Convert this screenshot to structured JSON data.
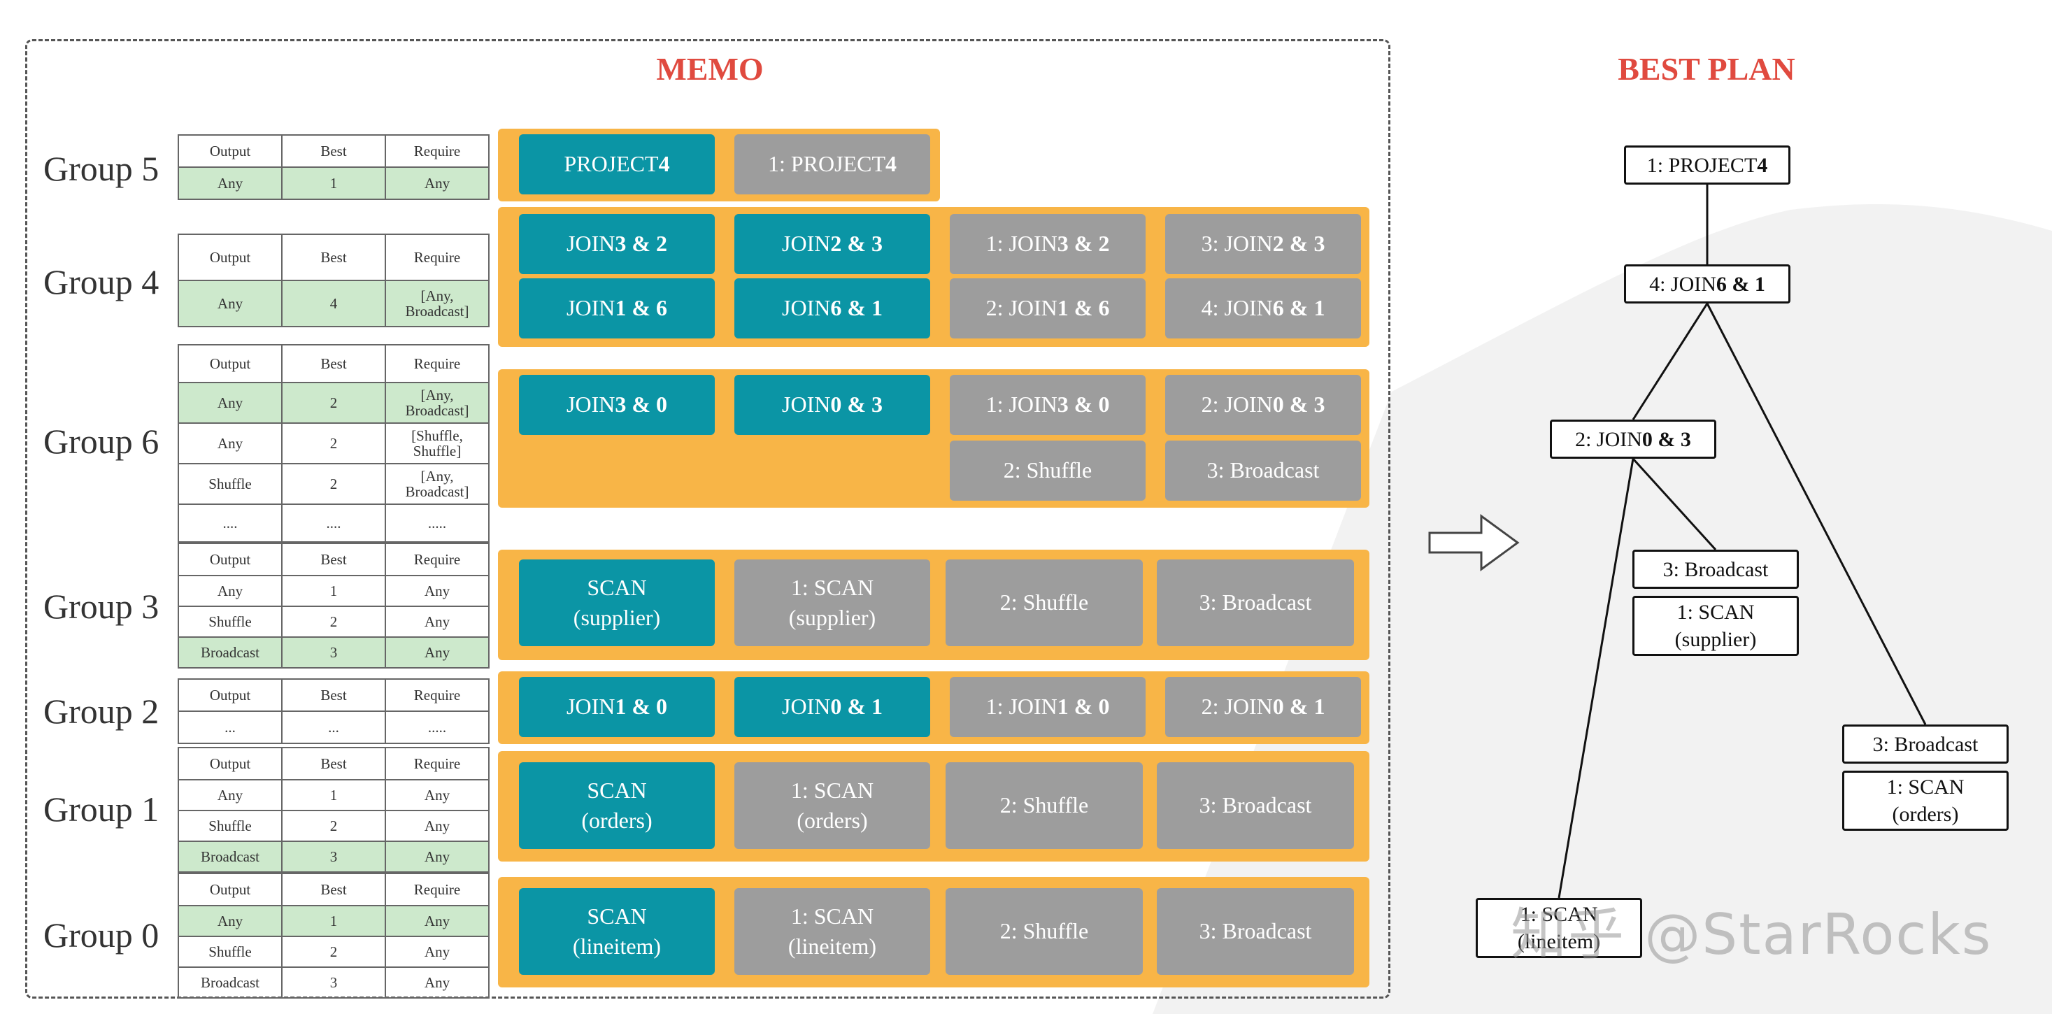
{
  "memo_title": "MEMO",
  "best_plan_title": "BEST PLAN",
  "table_headers": [
    "Output",
    "Best",
    "Require"
  ],
  "groups": [
    {
      "label": "Group 5",
      "rows": [
        {
          "cells": [
            "Any",
            "1",
            "Any"
          ],
          "highlight": true
        }
      ],
      "boxes": [
        {
          "text": "PROJECT **4**",
          "color": "teal"
        },
        {
          "text": "1: PROJECT **4**",
          "color": "gray"
        }
      ]
    },
    {
      "label": "Group 4",
      "rows": [
        {
          "cells": [
            "Any",
            "4",
            "[Any,\nBroadcast]"
          ],
          "highlight": true
        }
      ],
      "boxes": [
        {
          "text": "JOIN **3 & 2**",
          "color": "teal"
        },
        {
          "text": "JOIN **2 & 3**",
          "color": "teal"
        },
        {
          "text": "1: JOIN **3 & 2**",
          "color": "gray"
        },
        {
          "text": "3: JOIN **2 & 3**",
          "color": "gray"
        },
        {
          "text": "JOIN **1 & 6**",
          "color": "teal"
        },
        {
          "text": "JOIN **6 & 1**",
          "color": "teal"
        },
        {
          "text": "2: JOIN **1 & 6**",
          "color": "gray"
        },
        {
          "text": "4: JOIN **6 & 1**",
          "color": "gray"
        }
      ]
    },
    {
      "label": "Group 6",
      "rows": [
        {
          "cells": [
            "Any",
            "2",
            "[Any,\nBroadcast]"
          ],
          "highlight": true
        },
        {
          "cells": [
            "Any",
            "2",
            "[Shuffle,\nShuffle]"
          ],
          "highlight": false
        },
        {
          "cells": [
            "Shuffle",
            "2",
            "[Any,\nBroadcast]"
          ],
          "highlight": false
        },
        {
          "cells": [
            "....",
            "....",
            "....."
          ],
          "highlight": false
        }
      ],
      "boxes": [
        {
          "text": "JOIN **3 & 0**",
          "color": "teal"
        },
        {
          "text": "JOIN **0 & 3**",
          "color": "teal"
        },
        {
          "text": "1: JOIN **3 & 0**",
          "color": "gray"
        },
        {
          "text": "2: JOIN **0 & 3**",
          "color": "gray"
        },
        {
          "text": "2: Shuffle",
          "color": "gray"
        },
        {
          "text": "3: Broadcast",
          "color": "gray"
        }
      ]
    },
    {
      "label": "Group 3",
      "rows": [
        {
          "cells": [
            "Any",
            "1",
            "Any"
          ],
          "highlight": false
        },
        {
          "cells": [
            "Shuffle",
            "2",
            "Any"
          ],
          "highlight": false
        },
        {
          "cells": [
            "Broadcast",
            "3",
            "Any"
          ],
          "highlight": true
        }
      ],
      "boxes": [
        {
          "text": "SCAN\n(supplier)",
          "color": "teal"
        },
        {
          "text": "1: SCAN\n(supplier)",
          "color": "gray"
        },
        {
          "text": "2: Shuffle",
          "color": "gray"
        },
        {
          "text": "3: Broadcast",
          "color": "gray"
        }
      ]
    },
    {
      "label": "Group 2",
      "rows": [
        {
          "cells": [
            "...",
            "...",
            "....."
          ],
          "highlight": false
        }
      ],
      "boxes": [
        {
          "text": "JOIN **1 & 0**",
          "color": "teal"
        },
        {
          "text": "JOIN **0 & 1**",
          "color": "teal"
        },
        {
          "text": "1: JOIN **1 & 0**",
          "color": "gray"
        },
        {
          "text": "2: JOIN **0 & 1**",
          "color": "gray"
        }
      ]
    },
    {
      "label": "Group 1",
      "rows": [
        {
          "cells": [
            "Any",
            "1",
            "Any"
          ],
          "highlight": false
        },
        {
          "cells": [
            "Shuffle",
            "2",
            "Any"
          ],
          "highlight": false
        },
        {
          "cells": [
            "Broadcast",
            "3",
            "Any"
          ],
          "highlight": true
        }
      ],
      "boxes": [
        {
          "text": "SCAN\n(orders)",
          "color": "teal"
        },
        {
          "text": "1: SCAN\n(orders)",
          "color": "gray"
        },
        {
          "text": "2: Shuffle",
          "color": "gray"
        },
        {
          "text": "3: Broadcast",
          "color": "gray"
        }
      ]
    },
    {
      "label": "Group 0",
      "rows": [
        {
          "cells": [
            "Any",
            "1",
            "Any"
          ],
          "highlight": true
        },
        {
          "cells": [
            "Shuffle",
            "2",
            "Any"
          ],
          "highlight": false
        },
        {
          "cells": [
            "Broadcast",
            "3",
            "Any"
          ],
          "highlight": false
        }
      ],
      "boxes": [
        {
          "text": "SCAN\n(lineitem)",
          "color": "teal"
        },
        {
          "text": "1: SCAN\n(lineitem)",
          "color": "gray"
        },
        {
          "text": "2: Shuffle",
          "color": "gray"
        },
        {
          "text": "3: Broadcast",
          "color": "gray"
        }
      ]
    }
  ],
  "best_plan": {
    "nodes": [
      {
        "id": "project",
        "text": "1: PROJECT **4**"
      },
      {
        "id": "join61",
        "text": "4: JOIN **6 & 1**"
      },
      {
        "id": "join03",
        "text": "2: JOIN **0 & 3**"
      },
      {
        "id": "broadcast3",
        "text": "3: Broadcast"
      },
      {
        "id": "scan-supplier",
        "text": "1: SCAN\n(supplier)"
      },
      {
        "id": "broadcast1",
        "text": "3: Broadcast"
      },
      {
        "id": "scan-orders",
        "text": "1: SCAN\n(orders)"
      },
      {
        "id": "scan-lineitem",
        "text": "1: SCAN\n(lineitem)"
      }
    ],
    "edges": [
      [
        "project",
        "join61"
      ],
      [
        "join61",
        "join03"
      ],
      [
        "join61",
        "broadcast1"
      ],
      [
        "join03",
        "broadcast3"
      ],
      [
        "join03",
        "scan-lineitem"
      ]
    ]
  },
  "watermark": "知乎 @StarRocks",
  "colors": {
    "title": "#e04a3f",
    "teal": "#0b95a5",
    "gray": "#9d9d9d",
    "bar": "#f8b547",
    "highlight": "#cde9cc"
  }
}
